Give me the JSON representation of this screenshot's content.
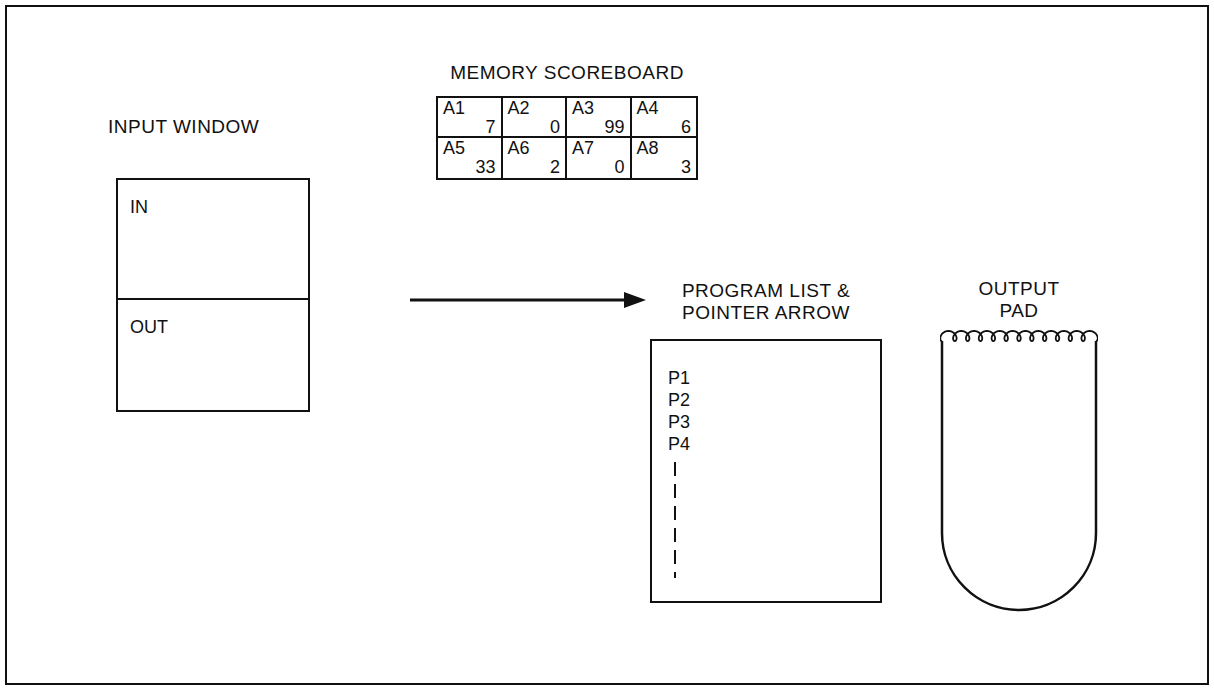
{
  "diagram": {
    "nodes": [
      {
        "text": [
          "MEMORY SCOREBOARD"
        ]
      },
      {
        "text": [
          "A1",
          "7"
        ],
        "in": 0
      },
      {
        "text": [
          "A2",
          "0"
        ],
        "in": 0
      },
      {
        "text": [
          "A3",
          "99"
        ],
        "in": 0
      },
      {
        "text": [
          "A4",
          "6"
        ],
        "in": 0
      },
      {
        "text": [
          "A5",
          "33"
        ],
        "in": 0
      },
      {
        "text": [
          "A6",
          "2"
        ],
        "in": 0
      },
      {
        "text": [
          "A7",
          "0"
        ],
        "in": 0
      },
      {
        "text": [
          "A8",
          "3"
        ],
        "in": 0
      },
      {
        "text": [
          "INPUT WINDOW"
        ]
      },
      {
        "text": [
          "IN"
        ],
        "in": 9
      },
      {
        "text": [
          "OUT"
        ],
        "in": 9
      },
      {
        "text": [
          "PROGRAM LIST & POINTER ARROW",
          "P1",
          "P2",
          "P3",
          "P4"
        ]
      },
      {
        "text": [
          "OUTPUT PAD"
        ]
      }
    ]
  }
}
